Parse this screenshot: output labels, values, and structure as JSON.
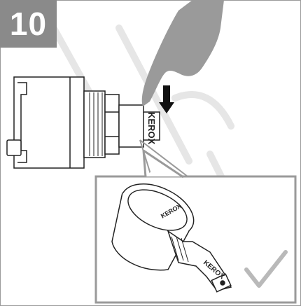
{
  "step": {
    "number": "10"
  },
  "brand": {
    "main_label": "KEROX",
    "inset_label": "KEROX",
    "inset_top_label": "KEROX"
  },
  "colors": {
    "badge": "#8a8a8a",
    "line": "#222222",
    "watermark": "#e6e6e6",
    "check": "#b9b9b9"
  },
  "icons": {
    "arrow": "down-arrow-icon",
    "check": "checkmark-icon",
    "hand": "hand-icon"
  }
}
